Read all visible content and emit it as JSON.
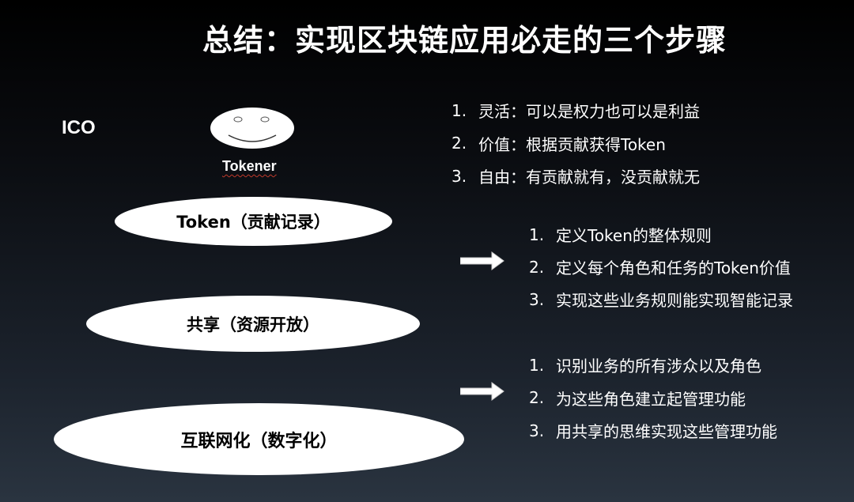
{
  "title": "总结：实现区块链应用必走的三个步骤",
  "ico_label": "ICO",
  "tokener_label": "Tokener",
  "ellipses": [
    {
      "label": "Token（贡献记录）"
    },
    {
      "label": "共享（资源开放）"
    },
    {
      "label": "互联网化（数字化）"
    }
  ],
  "list_top": [
    {
      "num": "1.",
      "text": "灵活：可以是权力也可以是利益"
    },
    {
      "num": "2.",
      "text": "价值：根据贡献获得Token"
    },
    {
      "num": "3.",
      "text": "自由：有贡献就有，没贡献就无"
    }
  ],
  "list_middle": [
    {
      "num": "1.",
      "text": "定义Token的整体规则"
    },
    {
      "num": "2.",
      "text": "定义每个角色和任务的Token价值"
    },
    {
      "num": "3.",
      "text": "实现这些业务规则能实现智能记录"
    }
  ],
  "list_bottom": [
    {
      "num": "1.",
      "text": "识别业务的所有涉众以及角色"
    },
    {
      "num": "2.",
      "text": "为这些角色建立起管理功能"
    },
    {
      "num": "3.",
      "text": "用共享的思维实现这些管理功能"
    }
  ],
  "icons": {
    "face": "smiley-face-icon",
    "arrow": "right-arrow-icon"
  },
  "colors": {
    "text": "#ffffff",
    "ellipse_fill": "#ffffff",
    "ellipse_text": "#000000",
    "face_fill": "#ffffff"
  }
}
